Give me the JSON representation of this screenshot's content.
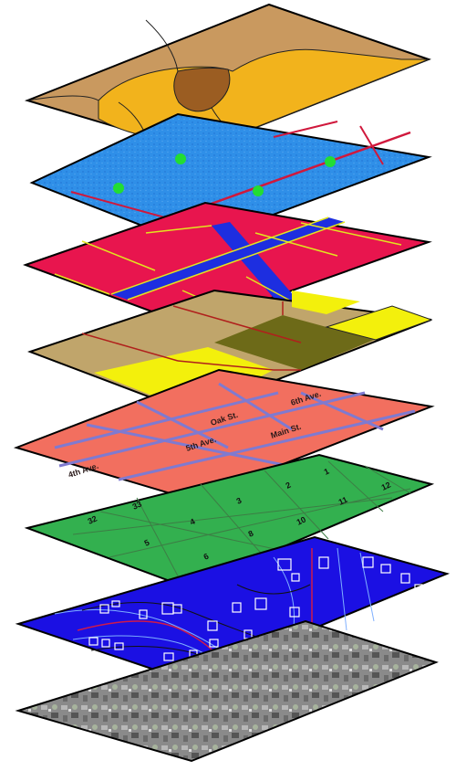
{
  "street_labels": {
    "oak": "Oak St.",
    "sixth": "6th Ave.",
    "main": "Main St.",
    "fifth": "5th Ave.",
    "fourth": "4th Ave."
  },
  "parcel_numbers": [
    "1",
    "2",
    "3",
    "4",
    "5",
    "6",
    "8",
    "10",
    "11",
    "12",
    "32",
    "33"
  ],
  "colors": {
    "soils_base": "#c9995f",
    "soils_orange": "#f2b31c",
    "soils_brown": "#9b5d22",
    "hydrology": "#2f8fe8",
    "wells": "#22dd33",
    "zoning_red": "#e8154e",
    "zoning_blue": "#1d2ee0",
    "landuse_tan": "#c0a56b",
    "landuse_olive": "#6d6a18",
    "landuse_yellow": "#f3f00c",
    "streets_salmon": "#f26f5f",
    "parcels_green": "#33b04f",
    "elevation_blue": "#1b10e3",
    "imagery_gray": "#888888"
  }
}
